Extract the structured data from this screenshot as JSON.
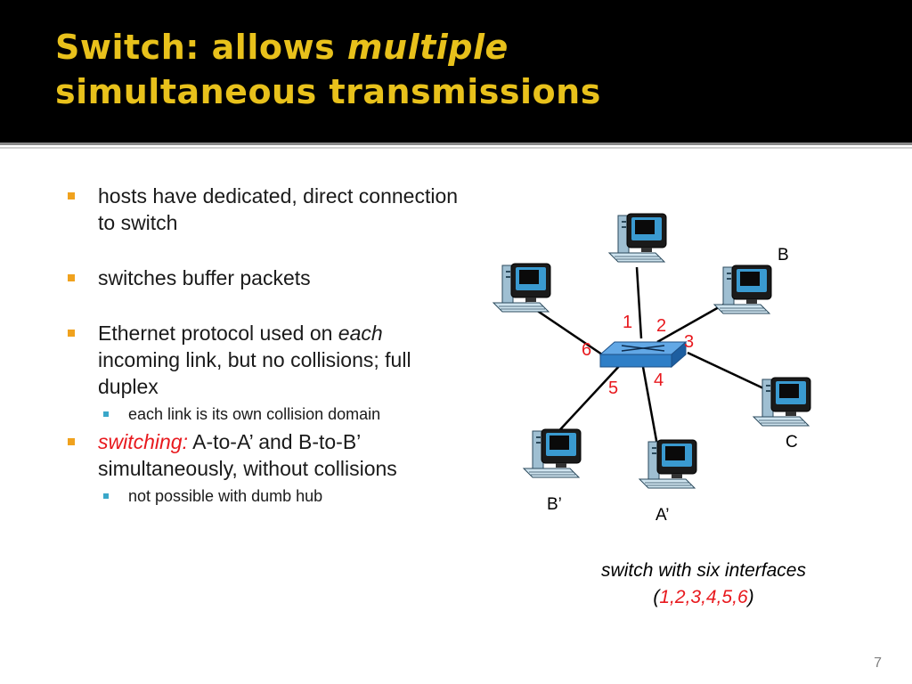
{
  "slide": {
    "title_line1_prefix": "Switch:  allows ",
    "title_line1_emph": "multiple",
    "title_line2": "simultaneous transmissions",
    "page_number": "7"
  },
  "bullets": {
    "b1": "hosts have dedicated, direct connection to switch",
    "b2": "switches buffer packets",
    "b3_part1": "Ethernet protocol used on ",
    "b3_emph": "each",
    "b3_part2": " incoming link, but no collisions; full duplex",
    "b3_sub": "each link is its own collision domain",
    "b4_emph": "switching:",
    "b4_rest": " A-to-A’ and B-to-B’ simultaneously, without collisions",
    "b4_sub": "not possible with dumb hub"
  },
  "diagram": {
    "hosts": {
      "b": "B",
      "c": "C",
      "b_prime": "B’",
      "a_prime": "A’"
    },
    "interfaces": [
      "1",
      "2",
      "3",
      "4",
      "5",
      "6"
    ]
  },
  "caption": {
    "line1": "switch with six interfaces",
    "open": "(",
    "nums": "1,2,3,4,5,6",
    "close": ")"
  },
  "colors": {
    "title": "#e8c11b",
    "accent_red": "#e8191e",
    "bullet": "#f0a21e",
    "sub_bullet": "#3aa7c9",
    "switch": "#2f7fc7"
  }
}
